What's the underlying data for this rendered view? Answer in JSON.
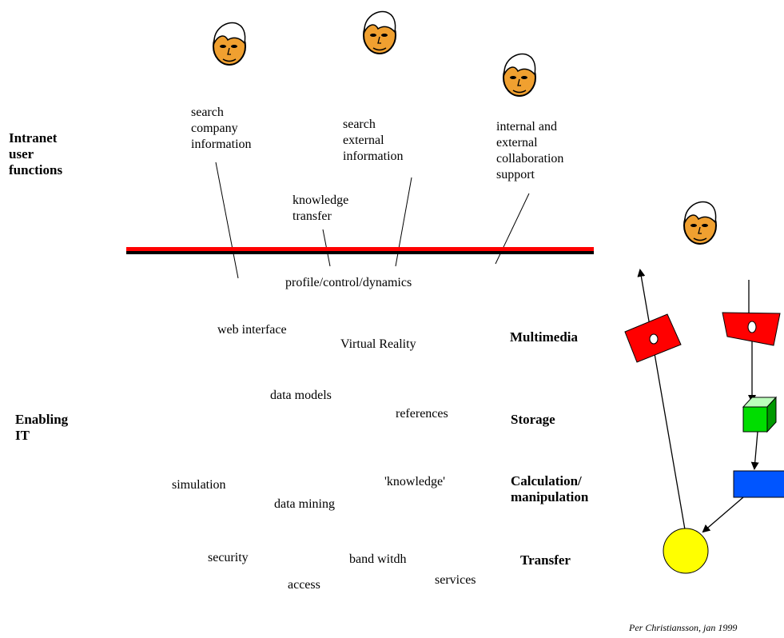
{
  "sections": {
    "intranet": "Intranet\nuser\nfunctions",
    "enabling": "Enabling\nIT"
  },
  "functions": {
    "search_company": "search\ncompany\ninformation",
    "search_external": "search\nexternal\ninformation",
    "collaboration": "internal and\nexternal\ncollaboration\nsupport",
    "knowledge_transfer": "knowledge\ntransfer"
  },
  "bar_label": "profile/control/dynamics",
  "terms": {
    "web_interface": "web interface",
    "virtual_reality": "Virtual Reality",
    "data_models": "data models",
    "references": "references",
    "simulation": "simulation",
    "knowledge": "'knowledge'",
    "data_mining": "data mining",
    "security": "security",
    "bandwidth": "band witdh",
    "access": "access",
    "services": "services"
  },
  "layers": {
    "multimedia": "Multimedia",
    "storage": "Storage",
    "calculation": "Calculation/\nmanipulation",
    "transfer": "Transfer"
  },
  "signature": "Per Christiansson, jan 1999",
  "colors": {
    "bar_red": "#ff0000",
    "multimedia_red": "#ff0000",
    "storage_green": "#00dd00",
    "calc_blue": "#0055ff",
    "transfer_yellow": "#ffff00",
    "face_orange": "#f0a030"
  },
  "icons": [
    "face-icon",
    "face-icon",
    "face-icon",
    "face-icon"
  ]
}
